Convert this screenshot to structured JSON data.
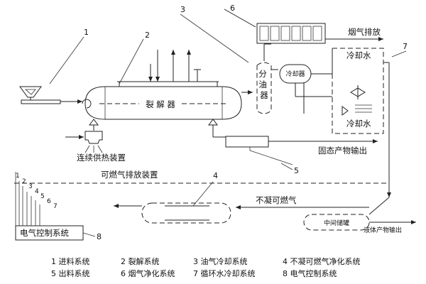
{
  "callout_numbers": [
    "1",
    "2",
    "3",
    "4",
    "5",
    "6",
    "7",
    "8"
  ],
  "components": {
    "reactor": "裂 解 器",
    "separator": "分\n油\n器",
    "condenser": "冷却器",
    "cooling_water_top": "冷却水",
    "cooling_water_bottom": "冷却水",
    "intermediate_tank": "中间储罐"
  },
  "flow_labels": {
    "flue_gas": "烟气排放",
    "continuous_heating": "连续供热装置",
    "combustible_exhaust": "可燃气排放装置",
    "solid_output": "固态产物输出",
    "noncondensable_gas": "不凝可燃气",
    "liquid_output": "液体产物输出"
  },
  "control": {
    "label": "电气控制系统",
    "wire_numbers": [
      "1",
      "2",
      "3",
      "4",
      "5",
      "6",
      "7"
    ]
  },
  "legend": [
    [
      "1 进料系统",
      "2 裂解系统",
      "3 油气冷却系统",
      "4 不凝可燃气净化系统"
    ],
    [
      "5 出料系统",
      "6 烟气净化系统",
      "7 循环水冷却系统",
      "8 电气控制系统"
    ]
  ]
}
